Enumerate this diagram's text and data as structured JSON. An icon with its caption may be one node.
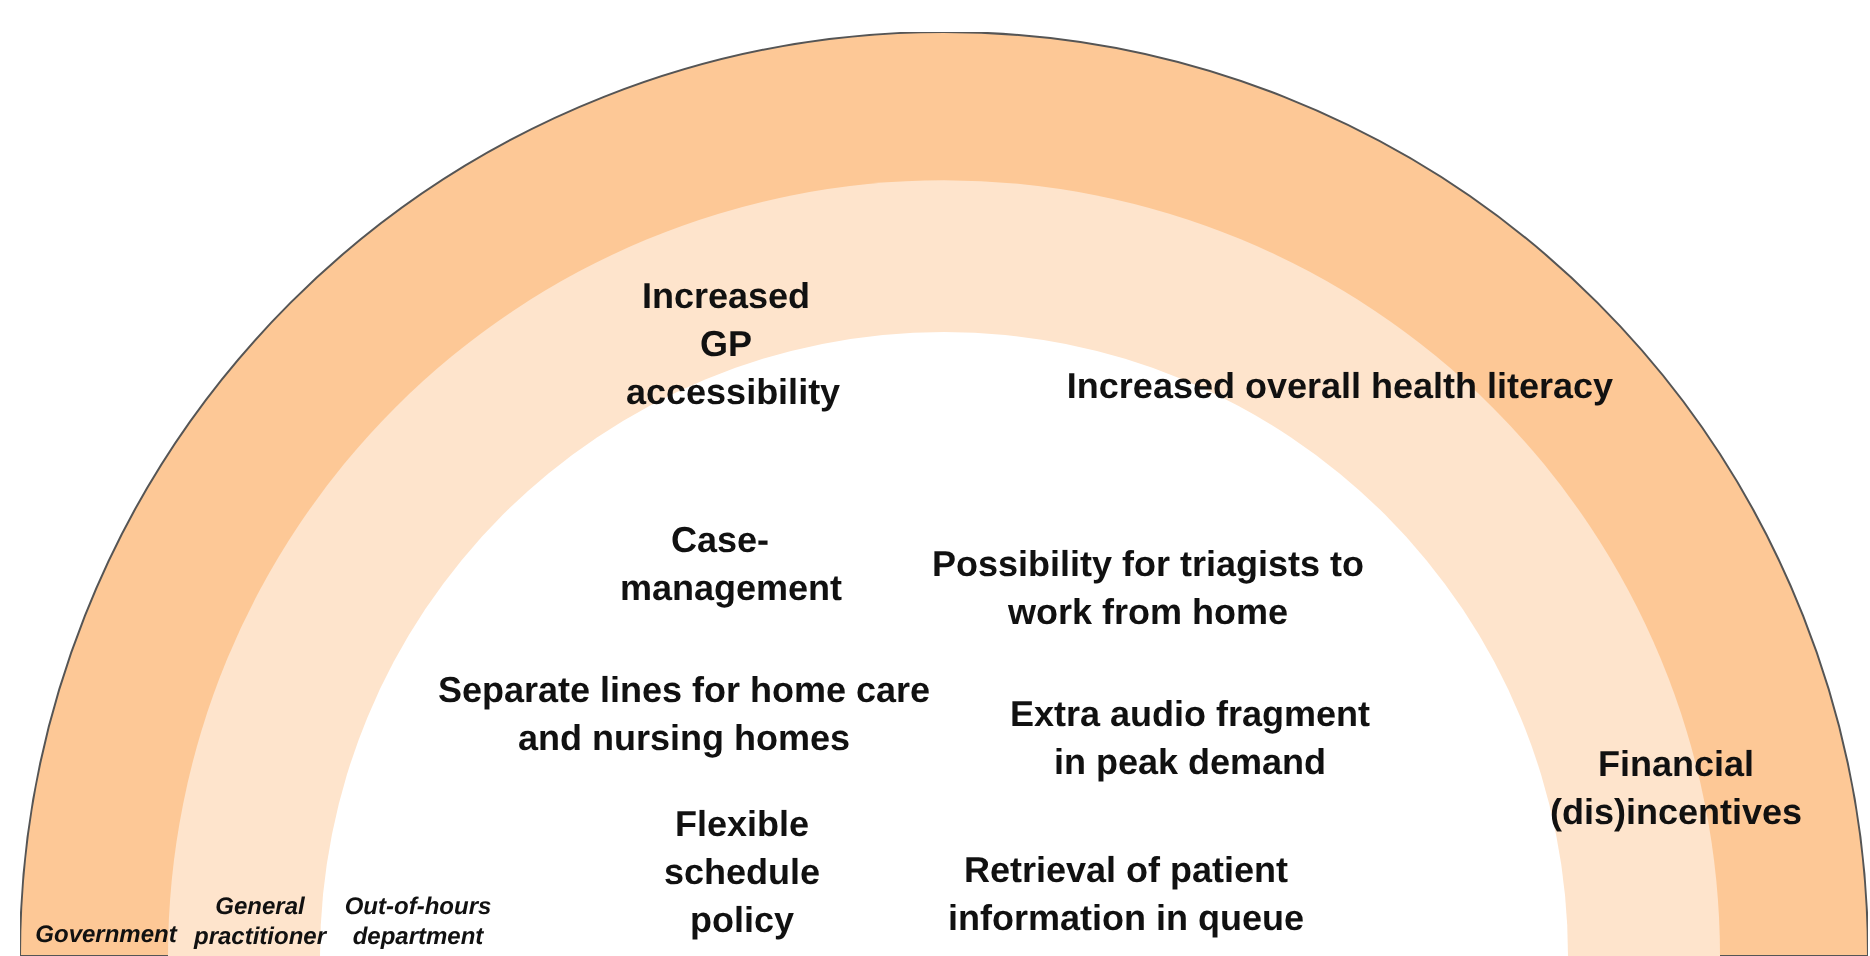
{
  "diagram": {
    "nodes": [
      {
        "text": [
          "Government"
        ]
      },
      {
        "text": [
          "General practitioner"
        ],
        "in": 0
      },
      {
        "text": [
          "Out-of-hours department"
        ],
        "in": 1
      }
    ],
    "edges": [],
    "labels": [
      "Increased GP accessibility",
      "Increased overall health literacy",
      "Case-management",
      "Possibility for triagists to work from home",
      "Separate lines for home care and nursing homes",
      "Extra audio fragment in peak demand",
      "Financial (dis)incentives",
      "Flexible schedule policy",
      "Retrieval of patient information in queue"
    ]
  }
}
